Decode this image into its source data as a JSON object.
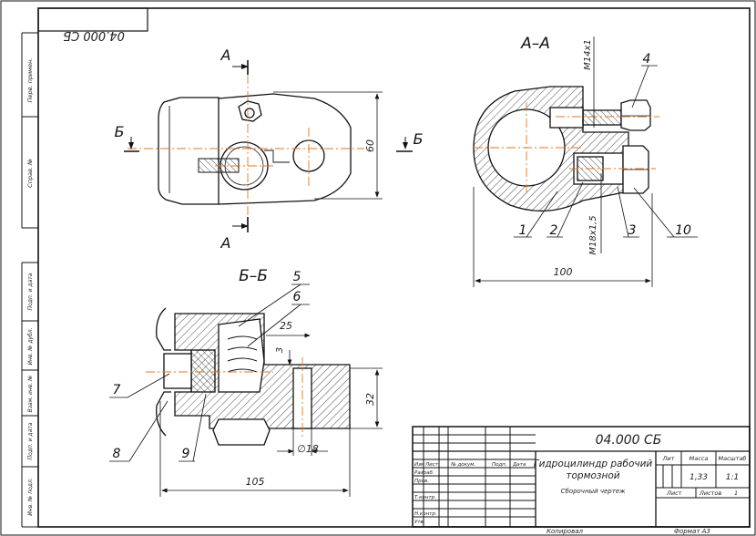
{
  "sheet": {
    "designation": "04.000 СБ",
    "designation_mirrored": "04.000 СБ",
    "copied": "Копировал",
    "format": "Формат А3"
  },
  "side_strip": [
    "Перв. примен.",
    "Справ. №",
    "Подп. и дата",
    "Инв. № дубл.",
    "Взам. инв. №",
    "Подп. и дата",
    "Инв. № подл."
  ],
  "views": {
    "section_aa": "А–А",
    "section_bb": "Б–Б",
    "cut_a": "А",
    "cut_b": "Б"
  },
  "dimensions": {
    "height_60": "60",
    "width_100": "100",
    "width_105": "105",
    "d25": "25",
    "d3": "3",
    "d32": "32",
    "dia18": "∅18",
    "thread_m14": "М14х1",
    "thread_m18": "М18х1,5"
  },
  "callouts": [
    "1",
    "2",
    "3",
    "4",
    "5",
    "6",
    "7",
    "8",
    "9",
    "10"
  ],
  "title_block": {
    "designation": "04.000 СБ",
    "name_line1": "Гидроцилиндр рабочий",
    "name_line2": "тормозной",
    "doc_type": "Сборочный чертеж",
    "col_lit": "Лит",
    "col_mass": "Масса",
    "col_scale": "Масштаб",
    "mass": "1,33",
    "scale": "1:1",
    "sheet": "Лист",
    "sheets": "Листов",
    "sheets_count": "1",
    "hdr_izm": "Изм",
    "hdr_list": "Лист",
    "hdr_doc": "№ докум.",
    "hdr_sign": "Подп.",
    "hdr_date": "Дата",
    "role_dev": "Разраб.",
    "role_check": "Пров.",
    "role_tcontr": "Т.контр.",
    "role_ncontr": "Н.контр.",
    "role_appr": "Утв."
  }
}
